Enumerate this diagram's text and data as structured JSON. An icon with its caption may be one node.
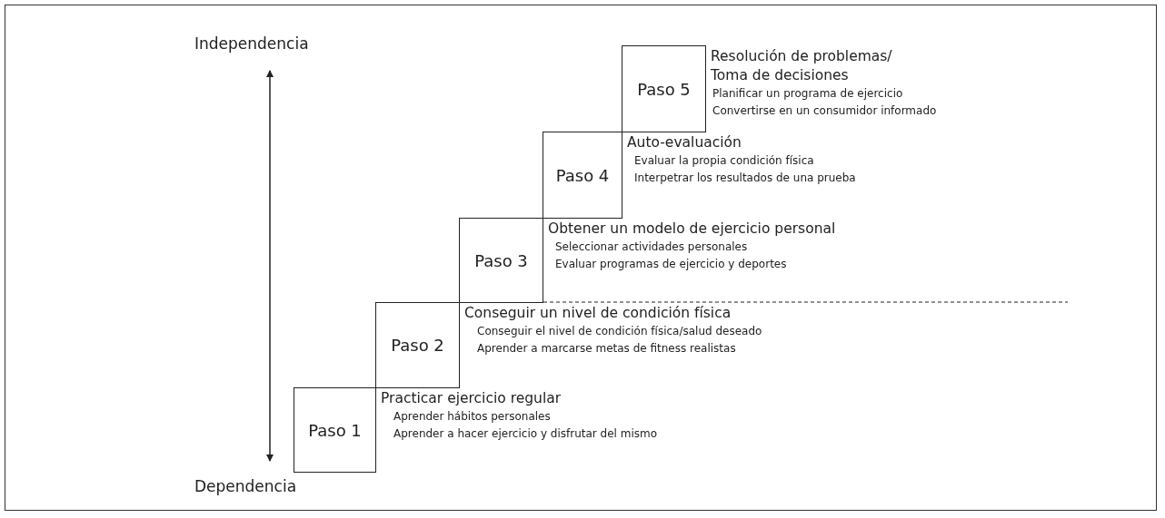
{
  "diagram": {
    "nodes": [
      {
        "text": [
          "Paso 1"
        ],
        "beside": [
          "Practicar ejercicio regular",
          "Aprender hábitos personales",
          "Aprender a hacer ejercicio y disfrutar del mismo"
        ]
      },
      {
        "text": [
          "Paso 2"
        ],
        "beside": [
          "Conseguir un nivel de condición física",
          "Conseguir el nivel de condición física/salud deseado",
          "Aprender a marcarse metas de fitness realistas"
        ]
      },
      {
        "text": [
          "Paso 3"
        ],
        "beside": [
          "Obtener un modelo de ejercicio personal",
          "Seleccionar actividades personales",
          "Evaluar programas de ejercicio y deportes"
        ]
      },
      {
        "text": [
          "Paso 4"
        ],
        "beside": [
          "Auto-evaluación",
          "Evaluar la propia condición física",
          "Interpetrar los resultados de una prueba"
        ]
      },
      {
        "text": [
          "Paso 5"
        ],
        "beside": [
          "Resolución de problemas/ Toma de decisiones",
          "Planificar un programa de ejercicio",
          "Convertirse en un consumidor informado"
        ]
      }
    ],
    "labels": [
      "Independencia",
      "Dependencia"
    ]
  }
}
